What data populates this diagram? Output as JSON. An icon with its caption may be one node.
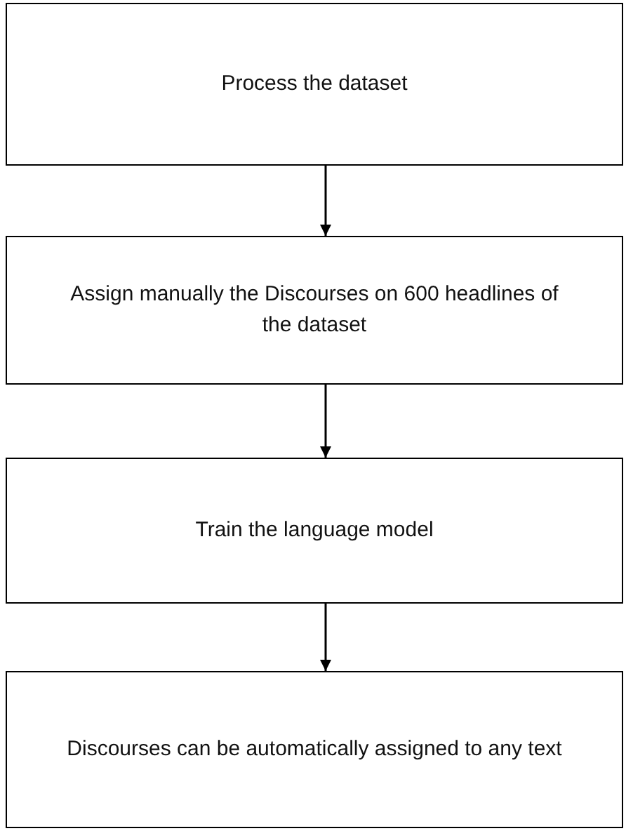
{
  "diagram": {
    "nodes": [
      {
        "text": [
          "Process the dataset"
        ]
      },
      {
        "text": [
          "Assign manually the Discourses on 600 headlines of the dataset"
        ]
      },
      {
        "text": [
          "Train the language model"
        ]
      },
      {
        "text": [
          "Discourses can be automatically assigned to any text"
        ]
      }
    ],
    "edges": [
      {
        "from": 0,
        "to": 1,
        "arrow": "to"
      },
      {
        "from": 1,
        "to": 2,
        "arrow": "to"
      },
      {
        "from": 2,
        "to": 3,
        "arrow": "to"
      }
    ]
  }
}
